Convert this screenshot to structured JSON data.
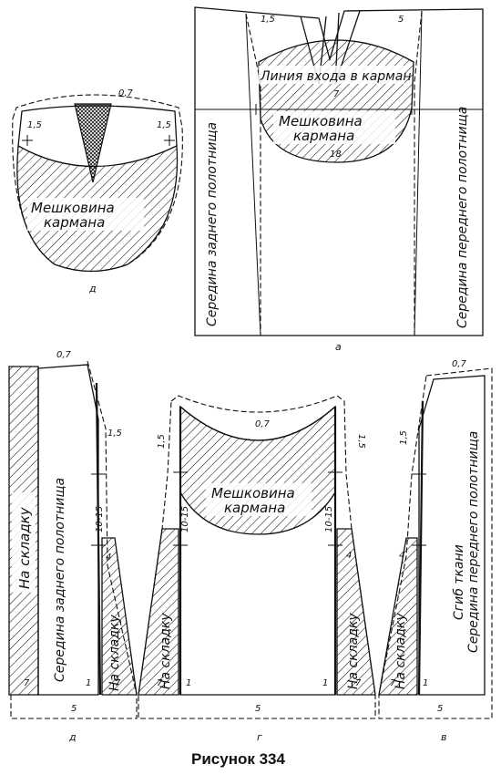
{
  "caption": "Рисунок 334",
  "panel_a": {
    "letter": "а",
    "back_center": "Середина заднего полотнища",
    "front_center": "Середина переднего полотнища",
    "pocket_entry": "Линия входа в карман",
    "pocket_bag_1": "Мешковина",
    "pocket_bag_2": "кармана",
    "dim_left": "1,5",
    "dim_right": "5",
    "dim_mid": "7",
    "dim_bottom": "18"
  },
  "panel_d_top": {
    "letter": "д",
    "pocket_bag_1": "Мешковина",
    "pocket_bag_2": "кармана",
    "dim_top": "0,7",
    "dim_left": "1,5",
    "dim_right": "1,5"
  },
  "panel_d": {
    "letter": "д",
    "fold": "На складку",
    "back_center": "Середина заднего полотнища",
    "fold_right": "На складку",
    "dim_top": "0,7",
    "dim_side": "1,5",
    "dim_range": "10-15",
    "dim_4": "4",
    "dim_7a": "7",
    "dim_1": "1",
    "dim_7b": "7",
    "dim_5": "5"
  },
  "panel_g": {
    "letter": "г",
    "fold_left": "На складку",
    "fold_right": "На складку",
    "pocket_bag_1": "Мешковина",
    "pocket_bag_2": "кармана",
    "dim_top": "0,7",
    "dim_side_l": "1,5",
    "dim_side_r": "1,5",
    "dim_range_l": "10-15",
    "dim_range_r": "10-15",
    "dim_4": "4",
    "dim_7l": "7",
    "dim_1l": "1",
    "dim_1r": "1",
    "dim_7r": "7",
    "dim_5": "5"
  },
  "panel_v": {
    "letter": "в",
    "fold": "На складку",
    "fabric_fold": "Сгиб ткани",
    "front_center": "Середина переднего полотнища",
    "dim_top": "0,7",
    "dim_side": "1,5",
    "dim_4": "4",
    "dim_7": "7",
    "dim_1": "1",
    "dim_5": "5"
  }
}
